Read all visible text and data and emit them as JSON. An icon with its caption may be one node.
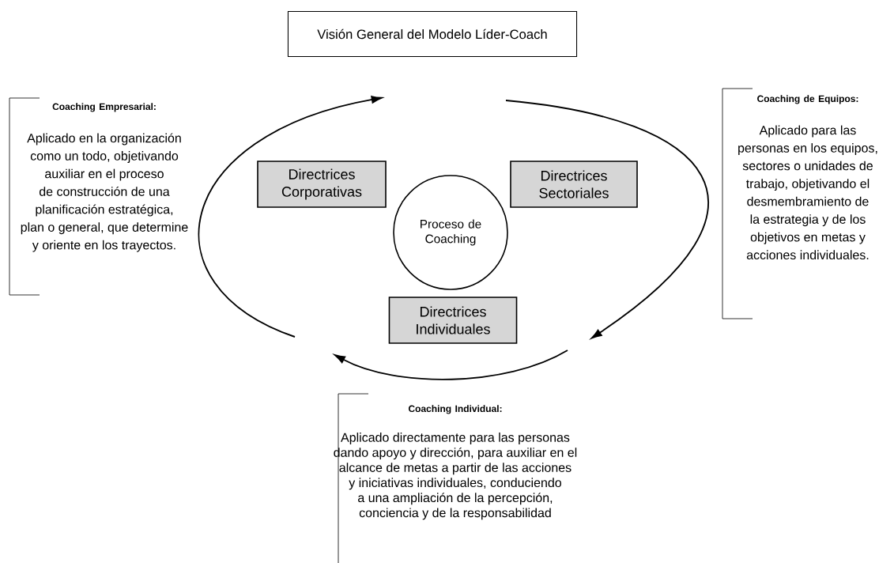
{
  "diagram": {
    "title": "Visión General del Modelo Líder-Coach",
    "nodes": [
      {
        "text": [
          "Coaching Empresarial:",
          "Aplicado en la organización como un todo, objetivando auxiliar en el proceso de construcción de una planificación estratégica, plan o general, que determine y oriente en los trayectos."
        ]
      },
      {
        "text": [
          "Coaching de Equipos:",
          "Aplicado para las personas en los equipos, sectores o unidades de trabajo, objetivando el desmembramiento de la estrategia y de los objetivos en metas y acciones individuales."
        ]
      },
      {
        "text": [
          "Directrices Corporativas"
        ]
      },
      {
        "text": [
          "Directrices Sectoriales"
        ]
      },
      {
        "text": [
          "Proceso de Coaching"
        ]
      },
      {
        "text": [
          "Directrices Individuales"
        ]
      },
      {
        "text": [
          "Coaching Individual:",
          "Aplicado directamente para las personas dando apoyo y dirección, para auxiliar en el alcance de metas a partir de las acciones y iniciativas individuales, conduciendo a una ampliación de la percepción, conciencia y de la responsabilidad"
        ]
      }
    ]
  }
}
